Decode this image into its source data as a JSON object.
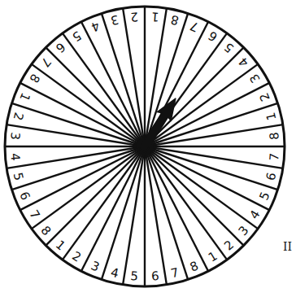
{
  "diagram": {
    "labels": [
      "1",
      "8",
      "7",
      "6",
      "5",
      "4",
      "3",
      "2",
      "1",
      "8",
      "7",
      "6",
      "5",
      "4",
      "3",
      "2",
      "1",
      "8",
      "7",
      "6",
      "5",
      "4",
      "3",
      "2",
      "1",
      "8",
      "7",
      "6",
      "5",
      "4",
      "3",
      "2",
      "1",
      "8",
      "7",
      "6",
      "5",
      "4",
      "3",
      "2",
      "II"
    ]
  }
}
